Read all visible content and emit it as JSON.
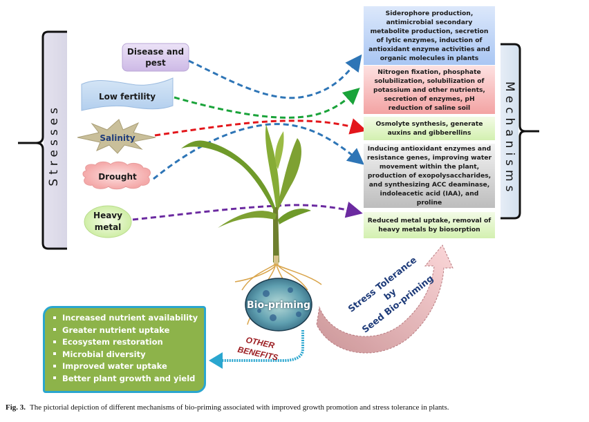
{
  "figure": {
    "stresses_label": "Stresses",
    "mechanisms_label": "Mechanisms",
    "stresses": [
      {
        "label": "Disease and pest",
        "line1": "Disease and",
        "line2": "pest",
        "shape": "rounded-rectangle",
        "fill": "#d9c8ec",
        "arrow_color": "#2e75b6"
      },
      {
        "label": "Low fertility",
        "line1": "Low fertility",
        "line2": "",
        "shape": "wave-banner",
        "fill": "#bcd6ef",
        "arrow_color": "#1aa33a"
      },
      {
        "label": "Salinity",
        "line1": "Salinity",
        "line2": "",
        "shape": "starburst",
        "fill": "#c9bf9a",
        "arrow_color": "#e3161b"
      },
      {
        "label": "Drought",
        "line1": "Drought",
        "line2": "",
        "shape": "cloud",
        "fill": "#f7b9b9",
        "arrow_color": "#2e75b6"
      },
      {
        "label": "Heavy metal",
        "line1": "Heavy",
        "line2": "metal",
        "shape": "ellipse",
        "fill": "#dff2c2",
        "arrow_color": "#6b2aa0"
      }
    ],
    "mechanisms": [
      {
        "text": "Siderophore production, antimicrobial secondary metabolite production, secretion of lytic enzymes, induction of antioxidant enzyme activities and organic molecules in plants",
        "fill_top": "#dce8fb",
        "fill_bottom": "#a9c6f3"
      },
      {
        "text": "Nitrogen fixation, phosphate solubilization, solubilization of potassium and other nutrients, secretion of enzymes, pH reduction of saline soil",
        "fill_top": "#fde1e1",
        "fill_bottom": "#f3a3a3"
      },
      {
        "text": "Osmolyte synthesis, generate auxins and gibberellins",
        "fill_top": "#f3fbe6",
        "fill_bottom": "#d3f0b0"
      },
      {
        "text": "Inducing antioxidant enzymes and resistance genes, improving water movement within the plant, production of exopolysaccharides, and synthesizing ACC deaminase, indoleacetic acid (IAA), and proline",
        "fill_top": "#f2f2f2",
        "fill_bottom": "#bdbdbd"
      },
      {
        "text": "Reduced metal uptake, removal of heavy metals by biosorption",
        "fill_top": "#f3fbe6",
        "fill_bottom": "#d3f0b0"
      }
    ],
    "center_label": "Bio-priming",
    "tolerance_arrow": {
      "line1": "Stress Tolerance",
      "line2": "by",
      "line3": "Seed Bio-priming",
      "text_color": "#1f3c7a",
      "fill": "#e8a5a9"
    },
    "other_benefits_label": {
      "line1": "OTHER",
      "line2": "BENEFITS",
      "color": "#9b1b1f"
    },
    "benefits": [
      "Increased nutrient availability",
      "Greater nutrient uptake",
      "Ecosystem restoration",
      "Microbial diversity",
      "Improved water uptake",
      "Better plant growth and yield"
    ],
    "benefits_box_fill": "#8db34a",
    "benefits_border": "#2aa6cf"
  },
  "caption": {
    "label": "Fig. 3.",
    "text": "The pictorial depiction of different mechanisms of bio-priming associated with improved growth promotion and stress tolerance in plants."
  }
}
